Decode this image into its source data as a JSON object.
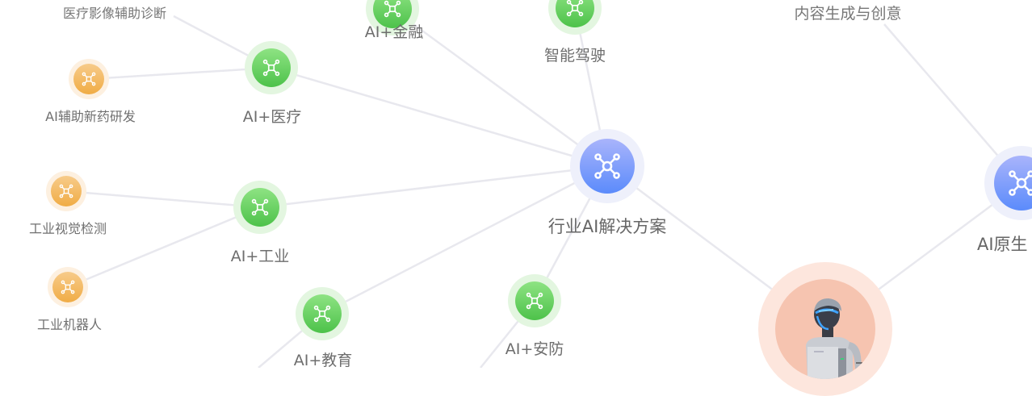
{
  "graph": {
    "colors": {
      "edge": "#e8e8ee",
      "hub": "#5b8bfb",
      "category": "#4dc24a",
      "leaf": "#f0ac45",
      "robot": "#f6c4b0",
      "label": "#6e6e6e"
    },
    "nodes": {
      "hub_industry": {
        "label": "行业AI解决方案",
        "type": "hub",
        "icon": "network-icon"
      },
      "hub_native": {
        "label": "AI原生",
        "type": "hub",
        "icon": "network-icon"
      },
      "finance": {
        "label": "AI+金融",
        "type": "category",
        "icon": "network-icon"
      },
      "autodrive": {
        "label": "智能驾驶",
        "type": "category",
        "icon": "network-icon"
      },
      "medical": {
        "label": "AI+医疗",
        "type": "category",
        "icon": "network-icon"
      },
      "industry": {
        "label": "AI+工业",
        "type": "category",
        "icon": "network-icon"
      },
      "education": {
        "label": "AI+教育",
        "type": "category",
        "icon": "network-icon"
      },
      "security": {
        "label": "AI+安防",
        "type": "category",
        "icon": "network-icon"
      },
      "drug": {
        "label": "AI辅助新药研发",
        "type": "leaf",
        "icon": "network-icon"
      },
      "vision": {
        "label": "工业视觉检测",
        "type": "leaf",
        "icon": "network-icon"
      },
      "robotarm": {
        "label": "工业机器人",
        "type": "leaf",
        "icon": "network-icon"
      },
      "imaging": {
        "label": "医疗影像辅助诊断",
        "type": "text"
      },
      "content": {
        "label": "内容生成与创意",
        "type": "text"
      },
      "robot": {
        "label": "",
        "type": "root",
        "icon": "humanoid-robot-icon"
      }
    },
    "edges": [
      [
        "hub_industry",
        "finance"
      ],
      [
        "hub_industry",
        "autodrive"
      ],
      [
        "hub_industry",
        "medical"
      ],
      [
        "hub_industry",
        "industry"
      ],
      [
        "hub_industry",
        "education"
      ],
      [
        "hub_industry",
        "security"
      ],
      [
        "hub_industry",
        "robot"
      ],
      [
        "hub_native",
        "robot"
      ],
      [
        "hub_native",
        "content"
      ],
      [
        "medical",
        "drug"
      ],
      [
        "medical",
        "imaging"
      ],
      [
        "industry",
        "vision"
      ],
      [
        "industry",
        "robotarm"
      ]
    ]
  }
}
